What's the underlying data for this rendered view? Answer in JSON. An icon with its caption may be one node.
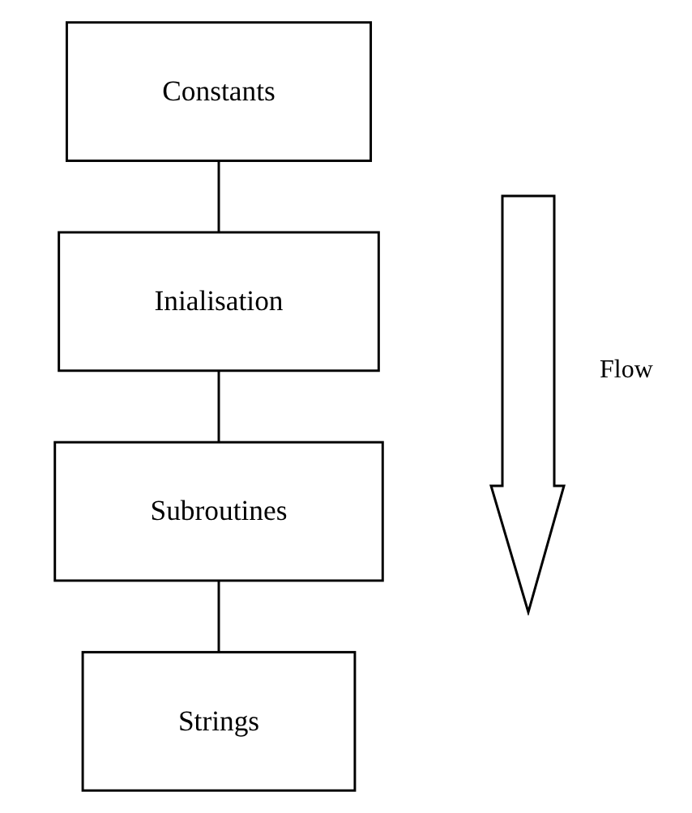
{
  "diagram": {
    "nodes": [
      {
        "text": [
          "Constants"
        ]
      },
      {
        "text": [
          "Inialisation"
        ]
      },
      {
        "text": [
          "Subroutines"
        ]
      },
      {
        "text": [
          "Strings"
        ]
      }
    ],
    "edges": [
      {
        "from": 0,
        "to": 1,
        "arrow": "none"
      },
      {
        "from": 1,
        "to": 2,
        "arrow": "none"
      },
      {
        "from": 2,
        "to": 3,
        "arrow": "none"
      }
    ],
    "labels": [
      "Flow"
    ]
  }
}
